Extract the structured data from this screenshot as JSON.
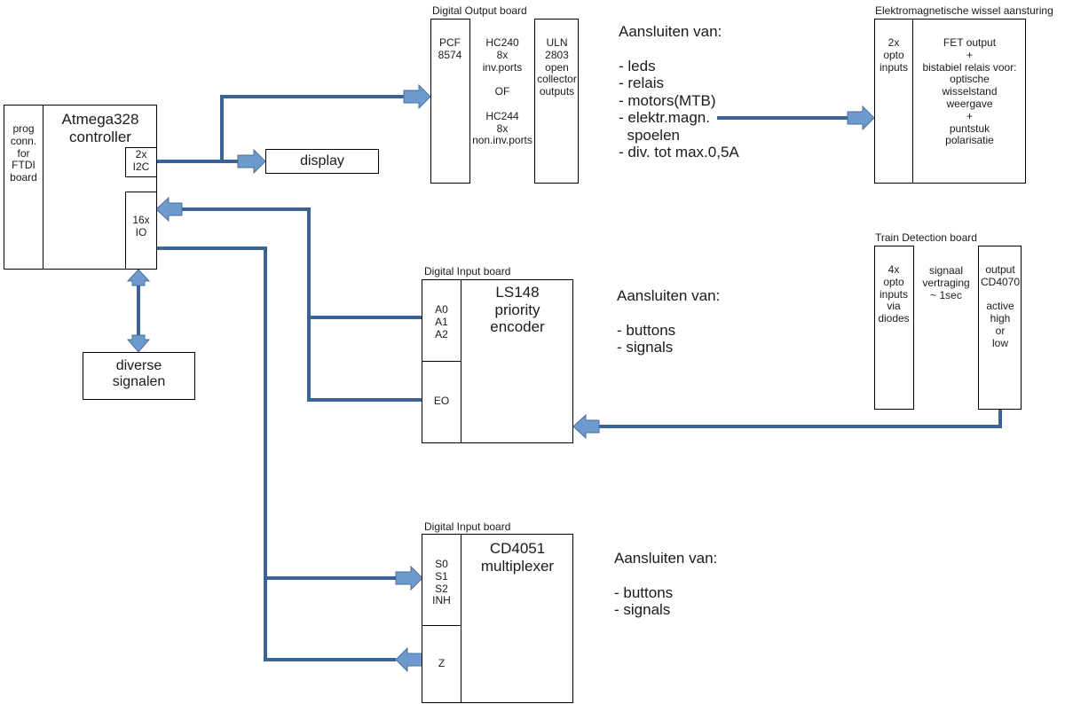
{
  "controller": {
    "prog_label": "prog\nconn.\nfor\nFTDI\nboard",
    "title": "Atmega328\ncontroller",
    "i2c_label": "2x\nI2C",
    "io_label": "16x\nIO"
  },
  "display": {
    "label": "display"
  },
  "diverse": {
    "label": "diverse\nsignalen"
  },
  "output_board": {
    "title": "Digital Output board",
    "col1": "PCF\n8574",
    "col2": "HC240\n8x\ninv.ports\n\nOF\n\nHC244\n8x\nnon.inv.ports",
    "col3": "ULN\n2803\nopen\ncollector\noutputs"
  },
  "output_notes": {
    "heading": "Aansluiten van:",
    "items": [
      "- leds",
      "- relais",
      "- motors(MTB)",
      "- elektr.magn.\n  spoelen",
      "- div. tot max.0,5A"
    ]
  },
  "wissel_board": {
    "title": "Elektromagnetische wissel aansturing",
    "col1": "2x\nopto\ninputs",
    "col2": "FET output\n+\nbistabiel relais voor:\noptische\nwisselstand\nweergave\n+\npuntstuk\npolarisatie"
  },
  "train_board": {
    "title": "Train Detection board",
    "col1": "4x\nopto\ninputs\nvia\ndiodes",
    "col2": "signaal\nvertraging\n~ 1sec",
    "col3": "output\nCD4070\n\nactive\nhigh\nor\nlow"
  },
  "input_board_1": {
    "title": "Digital Input board",
    "pins_top": "A0\nA1\nA2",
    "pins_bottom": "EO",
    "chip": "LS148\npriority\nencoder"
  },
  "input_notes_1": {
    "heading": "Aansluiten van:",
    "items": [
      "- buttons",
      "- signals"
    ]
  },
  "input_board_2": {
    "title": "Digital Input board",
    "pins_top": "S0\nS1\nS2\nINH",
    "pins_bottom": "Z",
    "chip": "CD4051\nmultiplexer"
  },
  "input_notes_2": {
    "heading": "Aansluiten van:",
    "items": [
      "- buttons",
      "- signals"
    ]
  },
  "colors": {
    "wire": "#3a6494",
    "arrow_fill": "#6d9bcf",
    "arrow_stroke": "#4a6f9a"
  }
}
